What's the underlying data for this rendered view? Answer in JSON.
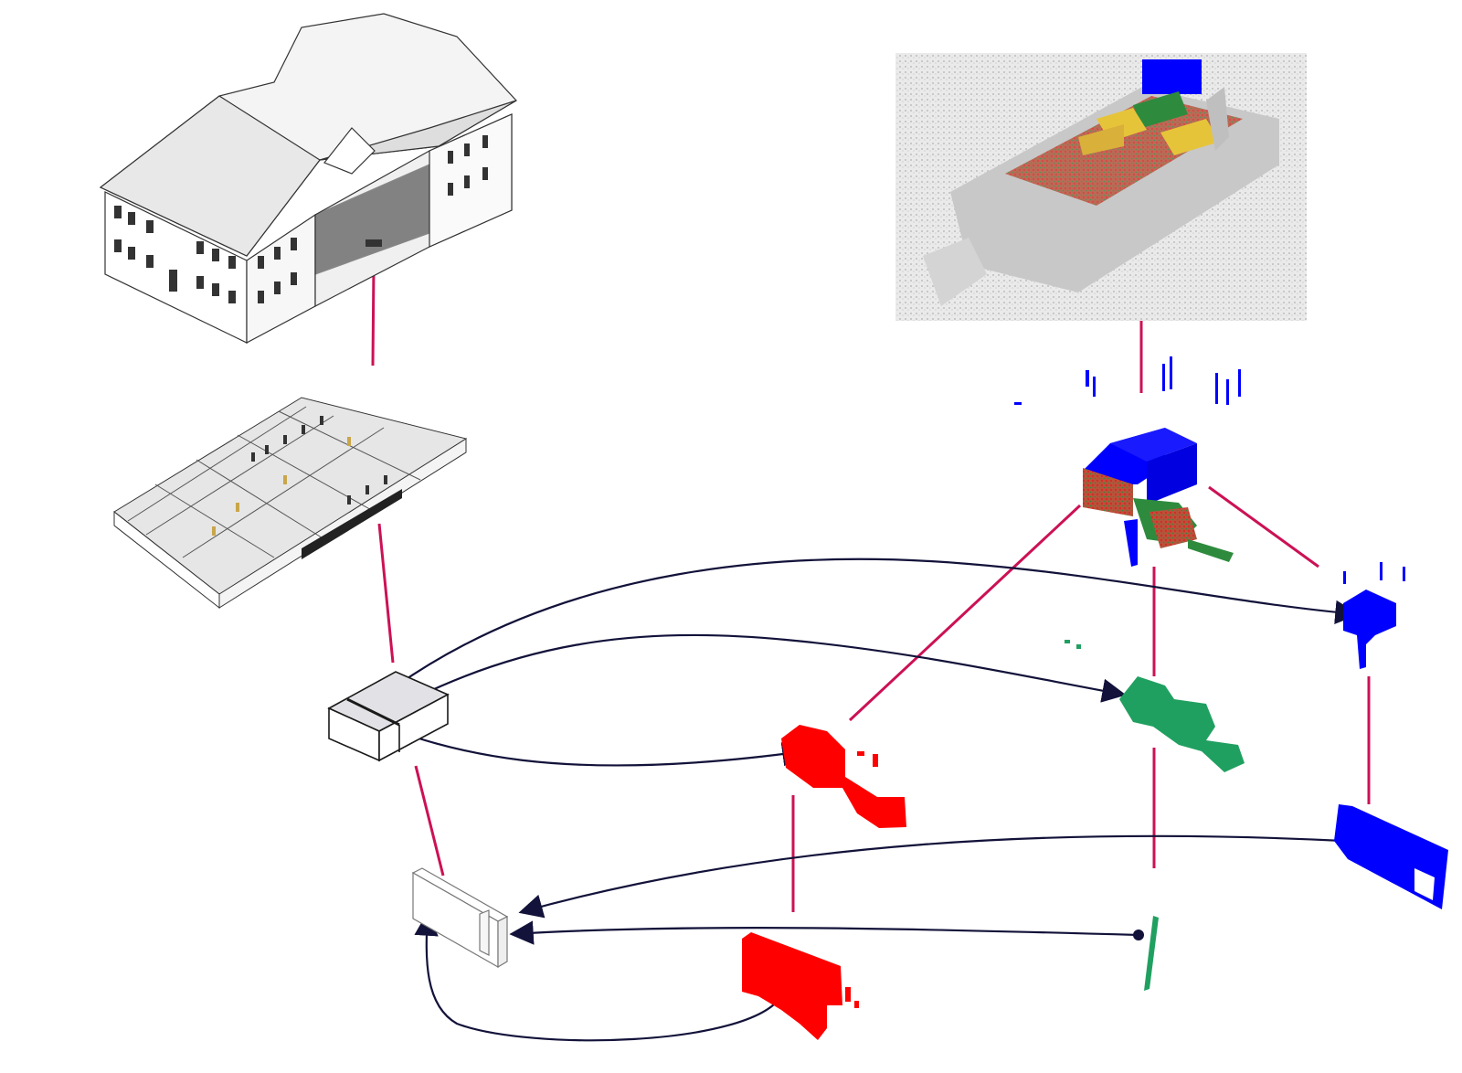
{
  "diagram": {
    "colors": {
      "link": "#cc1155",
      "arrow": "#12123a",
      "red_segment": "#ff0000",
      "green_segment": "#20a060",
      "blue_segment": "#0000ff",
      "bim_model": "#f2f2f2",
      "point_cloud": "#9a9a9a"
    },
    "nodes": [
      {
        "id": "bim-building-exterior",
        "kind": "bim-model"
      },
      {
        "id": "bim-floor-plan",
        "kind": "bim-model"
      },
      {
        "id": "bim-room-element",
        "kind": "bim-element"
      },
      {
        "id": "bim-wall-element",
        "kind": "bim-element"
      },
      {
        "id": "point-cloud-building",
        "kind": "point-cloud"
      },
      {
        "id": "point-cloud-room-segment",
        "kind": "point-cloud"
      },
      {
        "id": "red-segment",
        "kind": "point-cloud"
      },
      {
        "id": "green-segment",
        "kind": "point-cloud"
      },
      {
        "id": "blue-segment",
        "kind": "point-cloud"
      },
      {
        "id": "red-wall-segment",
        "kind": "point-cloud"
      },
      {
        "id": "green-wall-segment",
        "kind": "point-cloud"
      },
      {
        "id": "blue-wall-segment",
        "kind": "point-cloud"
      }
    ]
  }
}
